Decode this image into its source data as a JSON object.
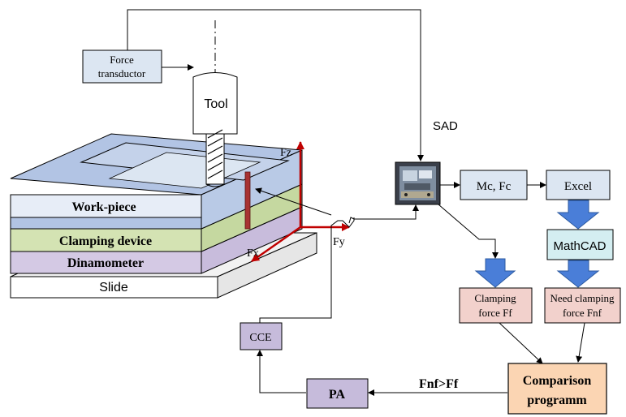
{
  "labels": {
    "force_transducer_line1": "Force",
    "force_transducer_line2": "transductor",
    "tool": "Tool",
    "workpiece": "Work-piece",
    "clamping_device": "Clamping device",
    "dynamometer": "Dinamometer",
    "slide": "Slide",
    "fz": "Fz",
    "fx": "Fx",
    "fy": "Fy",
    "sad": "SAD",
    "mc_fc": "Mc, Fc",
    "excel": "Excel",
    "mathcad": "MathCAD",
    "clamping_force_line1": "Clamping",
    "clamping_force_line2": "force Ff",
    "need_clamping_line1": "Need clamping",
    "need_clamping_line2": "force Fnf",
    "comparison_line1": "Comparison",
    "comparison_line2": "programm",
    "condition": "Fnf>Ff",
    "pa": "PA",
    "cce": "CCE"
  },
  "icons": {
    "acquisition_device": "data-acquisition-device-photo",
    "down_arrows": "blue-block-arrow-down"
  },
  "colors": {
    "slide": "#ffffff",
    "dynamometer": "#d4c9e4",
    "clamping_device": "#d4e3b3",
    "workpiece": "#e7edf7",
    "workpiece_top": "#b2c4e4",
    "light_blue_box": "#dce6f2",
    "cyan_box": "#d4eef1",
    "pink_box": "#f2d1cc",
    "peach_box": "#fbd5b3",
    "purple_box": "#c6bbdb",
    "block_arrow": "#4a7ed8",
    "force_arrow": "#c00000"
  }
}
